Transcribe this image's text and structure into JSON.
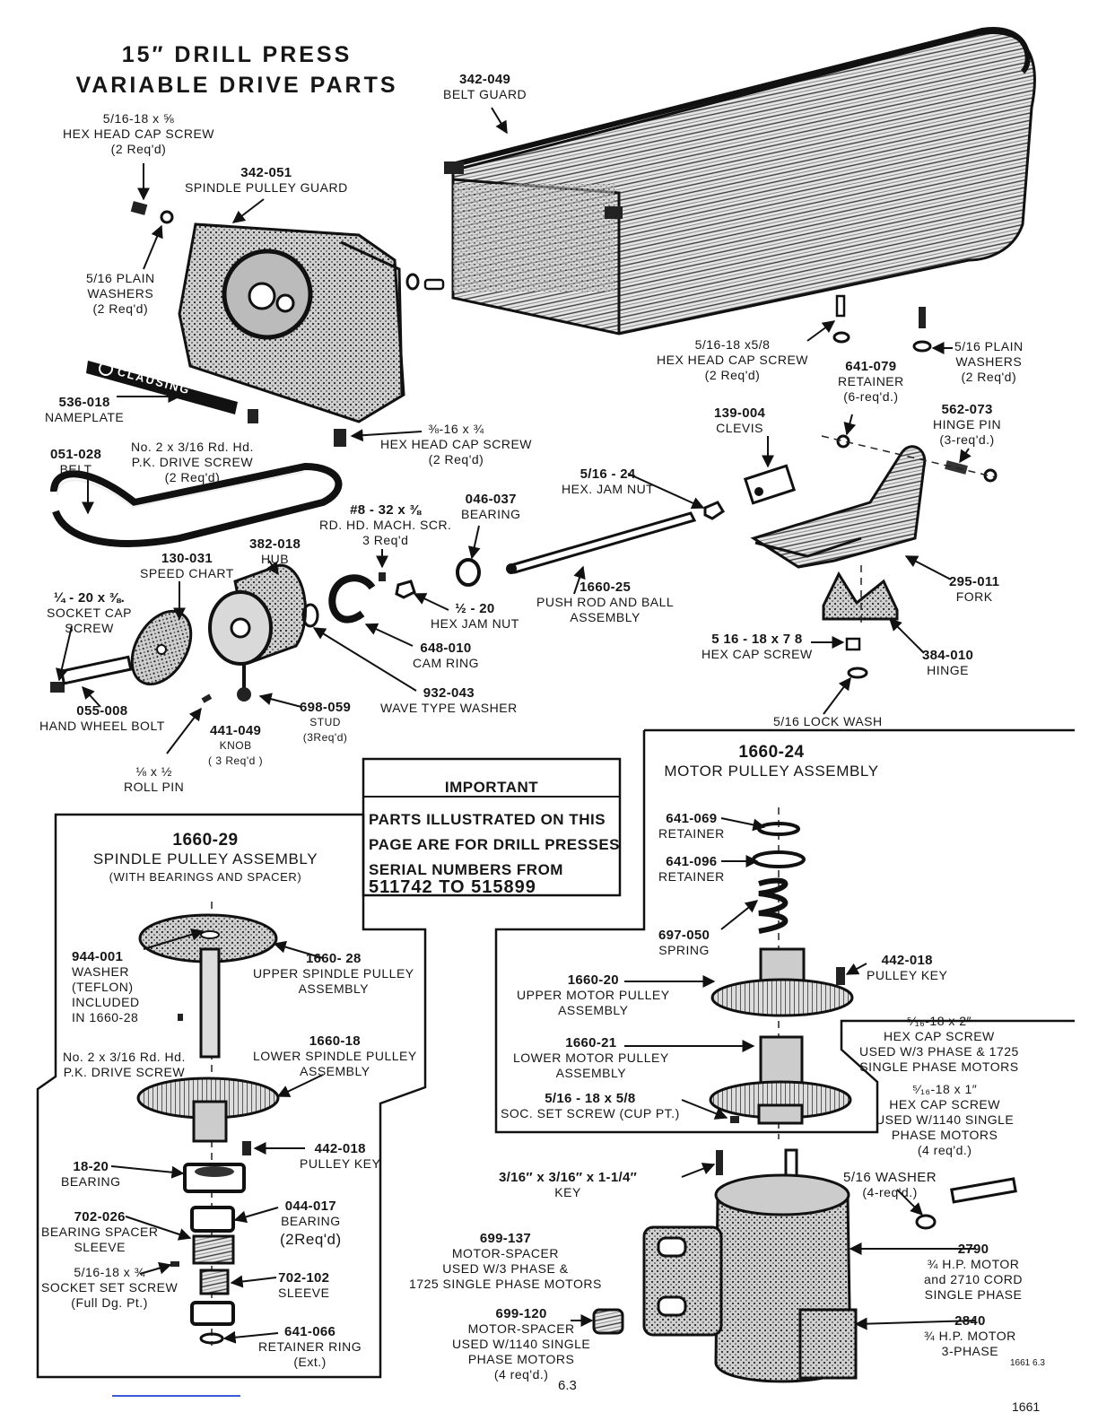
{
  "title": {
    "line1": "15″ DRILL PRESS",
    "line2": "VARIABLE DRIVE PARTS"
  },
  "parts": {
    "belt_guard": {
      "number": "342-049",
      "name": "BELT GUARD"
    },
    "hex_screw_top": {
      "l1": "5/16-18 x ⅝",
      "l2": "HEX HEAD CAP SCREW",
      "l3": "(2 Req'd)"
    },
    "spindle_pulley_guard": {
      "number": "342-051",
      "name": "SPINDLE PULLEY GUARD"
    },
    "plain_washers_left": {
      "l1": "5/16 PLAIN",
      "l2": "WASHERS",
      "l3": "(2 Req'd)"
    },
    "nameplate": {
      "number": "536-018",
      "name": "NAMEPLATE",
      "brand": "CLAUSING"
    },
    "drive_screw": {
      "l1": "No. 2 x 3/16 Rd. Hd.",
      "l2": "P.K. DRIVE SCREW",
      "l3": "(2 Req'd)"
    },
    "hex_screw_mid": {
      "l1": "⅜-16 x ¾",
      "l2": "HEX HEAD CAP SCREW",
      "l3": "(2 Req'd)"
    },
    "belt": {
      "number": "051-028",
      "name": "BELT"
    },
    "mach_screw": {
      "l1": "#8 - 32 x ⅜",
      "l2": "RD. HD. MACH. SCR.",
      "l3": "3 Req'd"
    },
    "bearing_046": {
      "number": "046-037",
      "name": "BEARING"
    },
    "hub": {
      "number": "382-018",
      "name": "HUB"
    },
    "speed_chart": {
      "number": "130-031",
      "name": "SPEED CHART"
    },
    "socket_cap": {
      "l1": "¼ - 20 x ⅜.",
      "l2": "SOCKET CAP",
      "l3": "SCREW"
    },
    "hex_jam_small": {
      "l1": "½ - 20",
      "l2": "HEX JAM NUT"
    },
    "push_rod": {
      "number": "1660-25",
      "l1": "PUSH ROD AND BALL",
      "l2": "ASSEMBLY"
    },
    "jam_nut_516": {
      "l1": "5/16 - 24",
      "l2": "HEX. JAM NUT"
    },
    "clevis": {
      "number": "139-004",
      "name": "CLEVIS"
    },
    "hex_screw_right": {
      "l1": "5/16-18 x5/8",
      "l2": "HEX HEAD CAP SCREW",
      "l3": "(2 Req'd)"
    },
    "retainer_641079": {
      "number": "641-079",
      "l1": "RETAINER",
      "l2": "(6-req'd.)"
    },
    "plain_washers_right": {
      "l1": "5/16 PLAIN",
      "l2": "WASHERS",
      "l3": "(2 Req'd)"
    },
    "hinge_pin": {
      "number": "562-073",
      "l1": "HINGE PIN",
      "l2": "(3-req'd.)"
    },
    "fork": {
      "number": "295-011",
      "name": "FORK"
    },
    "hinge": {
      "number": "384-010",
      "name": "HINGE"
    },
    "hex_cap_78": {
      "l1": "5 16 - 18 x 7 8",
      "l2": "HEX  CAP  SCREW"
    },
    "lock_wash": {
      "text": "5/16   LOCK WASH"
    },
    "cam_ring": {
      "number": "648-010",
      "name": "CAM RING"
    },
    "wave_washer": {
      "number": "932-043",
      "name": "WAVE TYPE WASHER"
    },
    "stud": {
      "number": "698-059",
      "l1": "STUD",
      "l2": "(3Req'd)"
    },
    "knob": {
      "number": "441-049",
      "l1": "KNOB",
      "l2": "( 3 Req'd )"
    },
    "hand_wheel_bolt": {
      "number": "055-008",
      "name": "HAND WHEEL BOLT"
    },
    "roll_pin": {
      "l1": "⅛ x ½",
      "l2": "ROLL PIN"
    }
  },
  "notice": {
    "heading": "IMPORTANT",
    "line1": "PARTS ILLUSTRATED ON THIS",
    "line2": "PAGE ARE FOR DRILL PRESSES",
    "line3": "SERIAL NUMBERS FROM",
    "serials": "511742  TO  515899"
  },
  "spindle_assembly": {
    "number": "1660-29",
    "name": "SPINDLE PULLEY ASSEMBLY",
    "sub": "(WITH BEARINGS AND SPACER)",
    "parts": {
      "washer": {
        "number": "944-001",
        "l1": "WASHER",
        "l2": "(TEFLON)",
        "l3": "INCLUDED",
        "l4": "IN 1660-28"
      },
      "upper": {
        "number": "1660- 28",
        "l1": "UPPER SPINDLE PULLEY",
        "l2": "ASSEMBLY"
      },
      "drive_screw": {
        "l1": "No. 2 x 3/16 Rd. Hd.",
        "l2": "P.K. DRIVE SCREW"
      },
      "lower": {
        "number": "1660-18",
        "l1": "LOWER SPINDLE PULLEY",
        "l2": "ASSEMBLY"
      },
      "key": {
        "number": "442-018",
        "name": "PULLEY KEY"
      },
      "bearing_1820": {
        "number": "18-20",
        "name": "BEARING"
      },
      "spacer": {
        "number": "702-026",
        "l1": "BEARING SPACER",
        "l2": "SLEEVE"
      },
      "bearing_044": {
        "number": "044-017",
        "l1": "BEARING",
        "l2": "(2Req'd)"
      },
      "set_screw": {
        "l1": "5/16-18 x ¾",
        "l2": "SOCKET SET SCREW",
        "l3": "(Full Dg. Pt.)"
      },
      "sleeve": {
        "number": "702-102",
        "name": "SLEEVE"
      },
      "retainer_ring": {
        "number": "641-066",
        "l1": "RETAINER RING",
        "l2": "(Ext.)"
      }
    }
  },
  "motor_assembly": {
    "number": "1660-24",
    "name": "MOTOR PULLEY ASSEMBLY",
    "parts": {
      "retainer_069": {
        "number": "641-069",
        "name": "RETAINER"
      },
      "retainer_096": {
        "number": "641-096",
        "name": "RETAINER"
      },
      "spring": {
        "number": "697-050",
        "name": "SPRING"
      },
      "key": {
        "number": "442-018",
        "name": "PULLEY KEY"
      },
      "upper": {
        "number": "1660-20",
        "l1": "UPPER MOTOR PULLEY",
        "l2": "ASSEMBLY"
      },
      "lower": {
        "number": "1660-21",
        "l1": "LOWER MOTOR PULLEY",
        "l2": "ASSEMBLY"
      },
      "set_screw": {
        "l1": "5/16 - 18 x 5/8",
        "l2": "SOC. SET SCREW  (CUP PT.)"
      },
      "hex_2in": {
        "l1": "⁵⁄₁₆-18 x 2″",
        "l2": "HEX CAP SCREW",
        "l3": "USED W/3 PHASE & 1725",
        "l4": "SINGLE PHASE MOTORS"
      },
      "hex_1in": {
        "l1": "⁵⁄₁₆-18 x 1″",
        "l2": "HEX CAP SCREW",
        "l3": "USED W/1140 SINGLE",
        "l4": "PHASE MOTORS",
        "l5": "(4 req'd.)"
      }
    }
  },
  "motor_parts": {
    "key": {
      "l1": "3/16″ x 3/16″ x 1-1/4″",
      "l2": "KEY"
    },
    "washer": {
      "l1": "5/16  WASHER",
      "l2": "(4-req'd.)"
    },
    "spacer_137": {
      "number": "699-137",
      "l1": "MOTOR-SPACER",
      "l2": "USED W/3 PHASE &",
      "l3": "1725 SINGLE PHASE MOTORS"
    },
    "spacer_120": {
      "number": "699-120",
      "l1": "MOTOR-SPACER",
      "l2": "USED W/1140 SINGLE",
      "l3": "PHASE MOTORS",
      "l4": "(4 req'd.)"
    },
    "motor_2790": {
      "number": "2790",
      "l1": "¾ H.P. MOTOR",
      "l2": "and 2710 CORD",
      "l3": "SINGLE PHASE"
    },
    "motor_2840": {
      "number": "2840",
      "l1": "¾ H.P. MOTOR",
      "l2": "3-PHASE"
    }
  },
  "footer": {
    "page": "6.3",
    "code_small": "1661 6.3",
    "code": "1661"
  }
}
